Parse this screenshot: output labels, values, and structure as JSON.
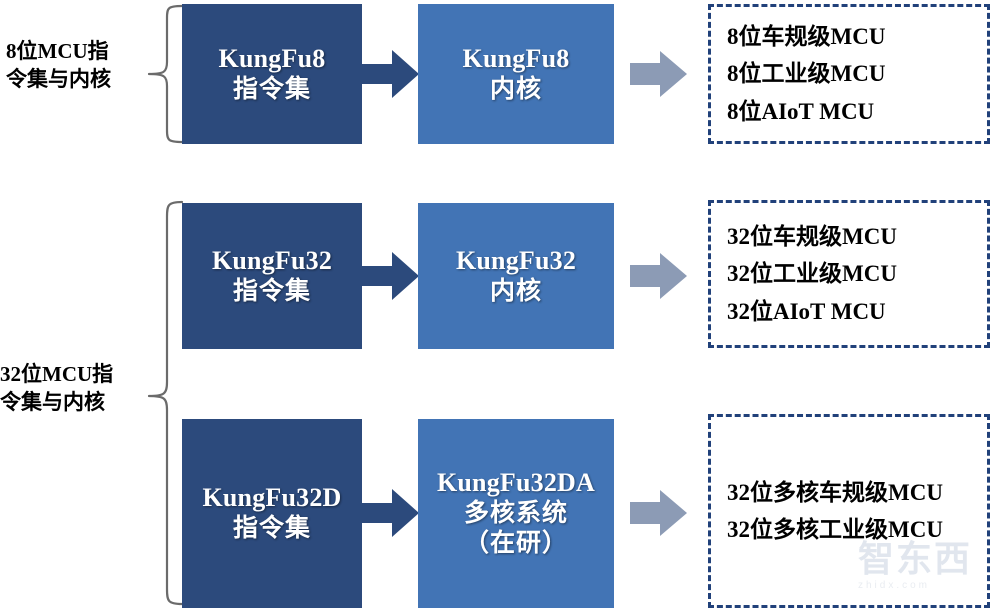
{
  "diagram": {
    "title": "KungFu MCU instruction set and core architecture",
    "colors": {
      "instruction_box": "#2C4A7C",
      "core_box": "#4274B5",
      "dark_arrow": "#2C4A7C",
      "gray_arrow": "#8C9BB5",
      "dashed_border": "#21417A",
      "text_on_box": "#FFFFFF",
      "text_plain": "#000000"
    },
    "groups": [
      {
        "id": "group-8bit",
        "label": "8位MCU指\n令集与内核"
      },
      {
        "id": "group-32bit",
        "label": "32位MCU指\n令集与内核"
      }
    ],
    "rows": [
      {
        "id": "row-1",
        "instruction_box": {
          "line_en": "KungFu8",
          "line_cn": "指令集"
        },
        "core_box": {
          "line_en": "KungFu8",
          "line_cn": "内核"
        },
        "products": [
          "8位车规级MCU",
          "8位工业级MCU",
          "8位AIoT MCU"
        ]
      },
      {
        "id": "row-2",
        "instruction_box": {
          "line_en": "KungFu32",
          "line_cn": "指令集"
        },
        "core_box": {
          "line_en": "KungFu32",
          "line_cn": "内核"
        },
        "products": [
          "32位车规级MCU",
          "32位工业级MCU",
          "32位AIoT MCU"
        ]
      },
      {
        "id": "row-3",
        "instruction_box": {
          "line_en": "KungFu32D",
          "line_cn": "指令集"
        },
        "core_box": {
          "line_en": "KungFu32DA",
          "line_cn": "多核系统",
          "line_cn2": "（在研）"
        },
        "products": [
          "32位多核车规级MCU",
          "32位多核工业级MCU"
        ]
      }
    ],
    "watermark": {
      "logo": "智东西",
      "url": "zhidx.com"
    }
  }
}
